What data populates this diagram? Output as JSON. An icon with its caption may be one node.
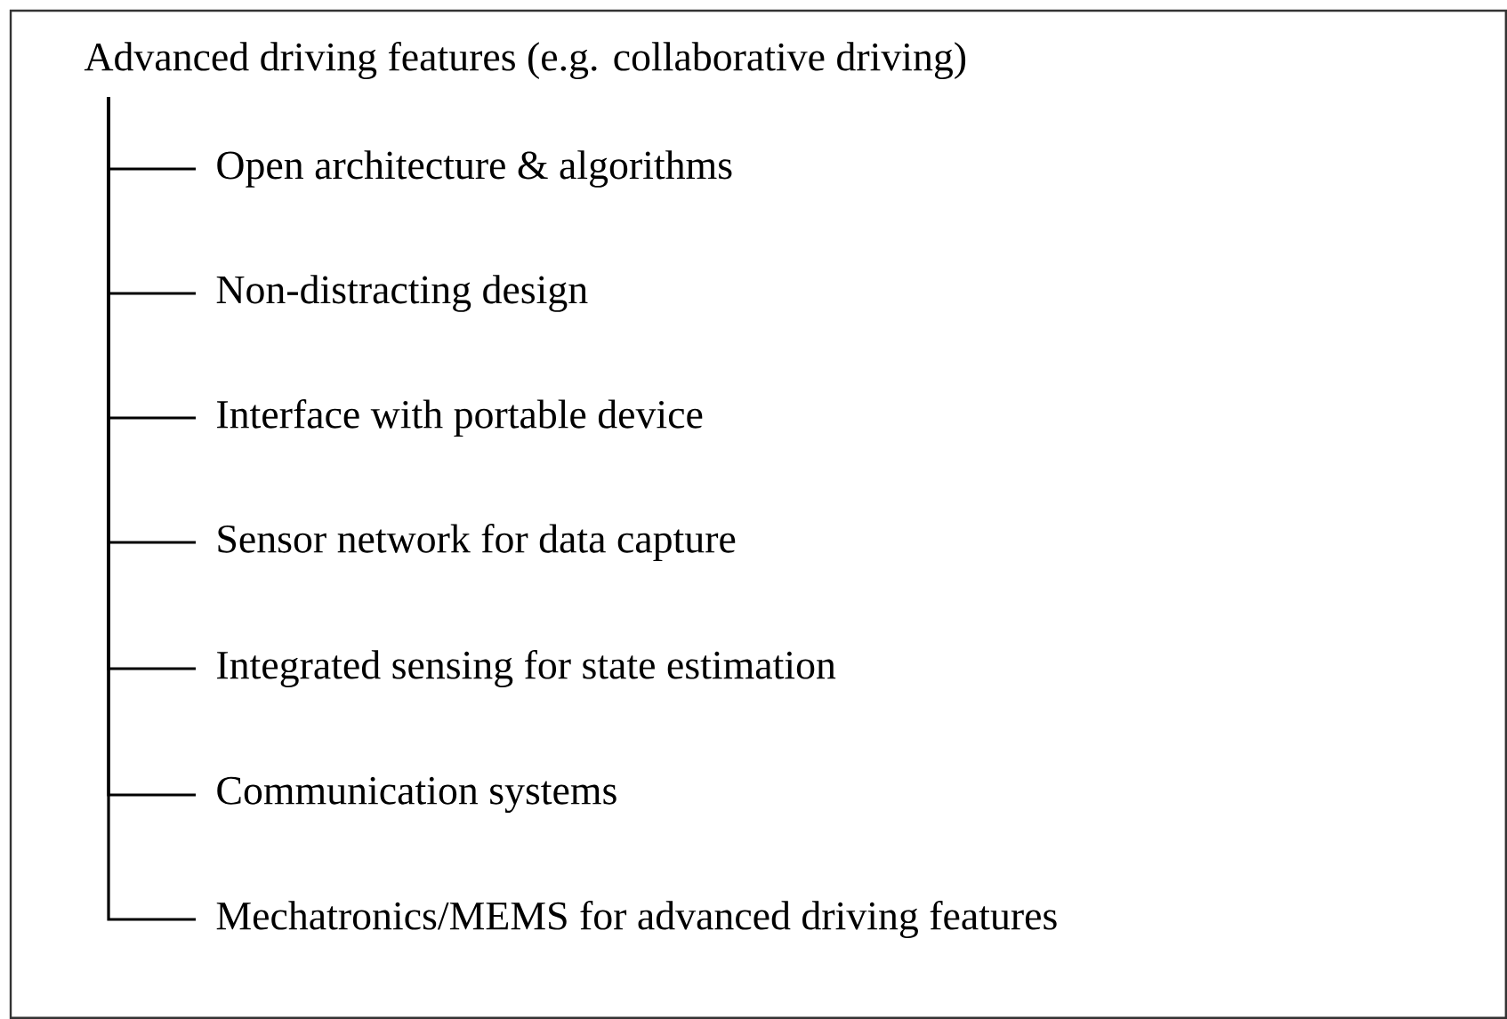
{
  "diagram": {
    "nodes": [
      {
        "text": [
          "Advanced driving features (e.g. collaborative driving)"
        ]
      },
      {
        "text": [
          "Open architecture & algorithms"
        ]
      },
      {
        "text": [
          "Non-distracting design"
        ]
      },
      {
        "text": [
          "Interface with portable device"
        ]
      },
      {
        "text": [
          "Sensor network for data capture"
        ]
      },
      {
        "text": [
          "Integrated sensing for state estimation"
        ]
      },
      {
        "text": [
          "Communication systems"
        ]
      },
      {
        "text": [
          "Mechatronics/MEMS for advanced driving features"
        ]
      }
    ],
    "edges": [
      {
        "from": 0,
        "to": 1,
        "arrow": "none"
      },
      {
        "from": 0,
        "to": 2,
        "arrow": "none"
      },
      {
        "from": 0,
        "to": 3,
        "arrow": "none"
      },
      {
        "from": 0,
        "to": 4,
        "arrow": "none"
      },
      {
        "from": 0,
        "to": 5,
        "arrow": "none"
      },
      {
        "from": 0,
        "to": 6,
        "arrow": "none"
      },
      {
        "from": 0,
        "to": 7,
        "arrow": "none"
      }
    ]
  }
}
